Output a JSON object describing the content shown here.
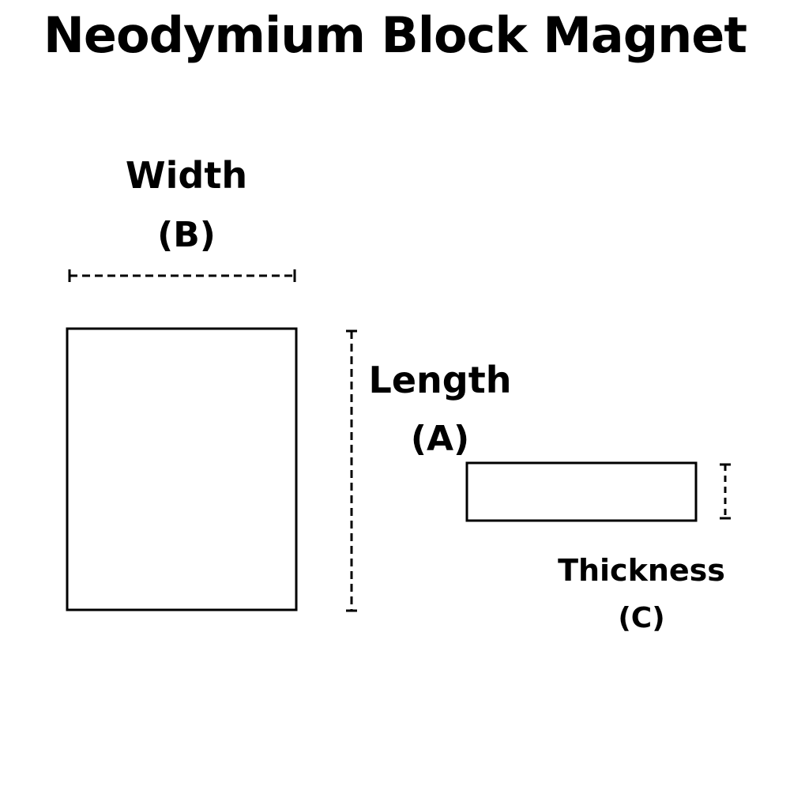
{
  "title": "Neodymium Block Magnet",
  "labels": {
    "width": "Width",
    "width_code": "(B)",
    "length": "Length",
    "length_code": "(A)",
    "thickness": "Thickness",
    "thickness_code": "(C)"
  },
  "colors": {
    "line": "#000000",
    "background": "#ffffff"
  }
}
